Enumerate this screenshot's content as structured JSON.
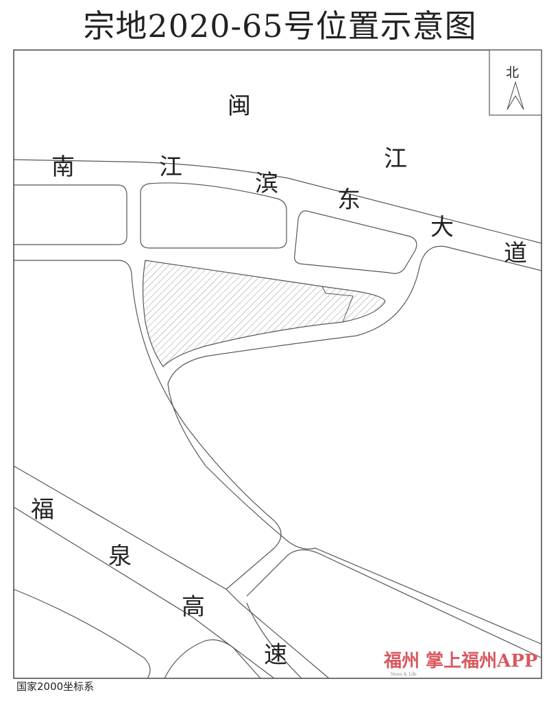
{
  "title": "宗地2020-65号位置示意图",
  "north_label": "北",
  "labels": {
    "min": "闽",
    "jiang": "江",
    "road1": [
      "南",
      "江",
      "滨",
      "东",
      "大",
      "道"
    ],
    "road2": [
      "福",
      "泉",
      "高",
      "速"
    ]
  },
  "coordinate_system": "国家2000坐标系",
  "watermark": {
    "text": "福州 掌上福州APP",
    "sub": "News & Life"
  },
  "colors": {
    "line": "#555555",
    "hatch": "#777777",
    "watermark": "#d8585e"
  }
}
